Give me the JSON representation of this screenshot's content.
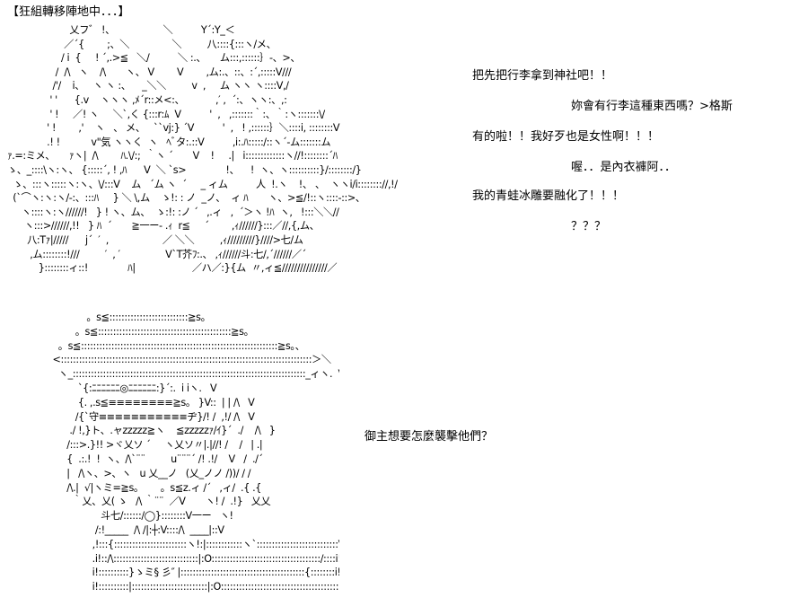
{
  "title": "【狂組轉移陣地中．．．】",
  "art_top": "                      乂フ゛ !、                 ＼          Y´:Y_＜\n                    ／´{        ;、＼               ＼         八::::{:::ヽ/メ、\n                   / i  {     ! ´,.>≦   ＼/          ＼ :.、     ム:::,::::::｝-、>、\n                 /  /\\   ヽ    /\\       ヽ、 V        V        ,ム:.、::、:´,:::::V///\n                /'/    i、   ヽ ヽ :、    _＼＼         v  ,     ム ヽヽ ヽ::::V,/\n               ' '      {.v    ヽヽヽ ,ﾒ´r::メ<:、           ,′ ,  ´:、ヽヽ:、,:\n               ' !     ／! ヽ     ＼`,く {:::r:ﾑ  V          '  ,   ,:::::::｀:、｀:ヽ:::::::\\/\n              ' !        ,'    ヽ   、 メ、   ``vj:} ´V          '  ,   ! ,::::::｝＼::::i, ::::::::V\n              .! !           v\"気 ヽヽく  ヽ   ﾍﾞタ:.::V          ,i:.ﾊ:::::/::ヽ´-ム:::::::ム\nｧ.=:ミメ、     ｧヽ|  /\\        ﾊ.\\/:;  ｀ヽ ´       V    !     .|   i:::::::::::::ヽ//!::::::::´ﾊ\nゝ、_::::\\ヽ:ヽ、 {:::::´, ! ,ﾊ      V  ＼ `s>              !、    !  ヽ、ヽ::::::::::}/::::::::/}\n  ゝ、:::ヽ:::::ヽ:ヽ、\\/:::V    ム   ´ム ヽ  ´     _ ィム          人  !.ヽ    !、 、  ヽヽi/i:::::::://,!/\n  (`⌒ヽ:ヽ:ヽ/-:、:::ﾊ     } ＼ \\,ム    ゝ!: : ノ  _ノ、  ィ ﾊ       ヽ、>≦/!::ヽ::::-::>、\n     ヽ::::ヽ:ヽ//////!   } ! ヽ、ム、  ゝ:!: :ノ ´   ,.ィ   ,  ´＞ヽ !ﾊ  ヽ,   !:::＼＼//\n      ヽ:::>//////,!!   } ﾊ  ´       ≧一ー- .ｨ  r≦     ´        ,ｨ//////}:::／//,{,ム、\n       八:Tｧ|/////      j´  ′  ,                   ／ ＼＼         ,ｨ/////////}////>七/ム\n        ,ム::::::::!///         ′  , ′                V`T芥ﾌ:.、 ,ｨ//////斗:七/,´//////／´\n           }::::::::ィ::!              ﾊ|                    ／ハ／:}{ム  〃,ィ≦///////////////／",
  "art_bottom": "                            。s≦::::::::::::::::::::::::::≧s。\n                        。s≦::::::::::::::::::::::::::::::::::::::::::::≧s。\n                  。s≦:::::::::::::::::::::::::::::::::::::::::::::::::::::::::::::::::≧s。、\n                <:::::::::::::::::::::::::::::::::::::::::::::::::::::::::::::::::::::::::::::::::::＞＼\n                  ヽ_:::::::::::::::::::::::::::::::::::::::::::::::::::::::::::::::::::::::::::::_ィヽ.  V\n                         `{:ﾆﾆﾆﾆﾆﾆ◎ﾆﾆﾆﾆﾆﾆ:}´:.  i iヽ.   V\n                         {. ,.s≦≡≡≡≡≡≡≡≡≧s。 }V::  | | /\\   V\n                        /{`守≡≡≡≡≡≡≡≡≡≡≡ヂ}/! /  ,!/ /\\   V\n                      ./ !,}ト、.ャzzzzz≧ヽ    ≦zzzzzｧ/ｲ}´  ./    /\\   }\n                     /:::>.}!! >ヾ乂ソ ´     ヽ乂ソ〃|.|//! /    /   | .|\n                     {  .:.!  !  ヽ、/\\`¨¨         u¨¨¨´ /! .!/    V   /  ./´\n                     |   /\\ヽ、>、ヽ   u 乂__ノ   (乂_ノノ /))/ / /\n                     /\\.|  √|ヽミ=≧s。      。s≦z.ィ /´   ,ィ/  .{ .{\n                       ｀乂、乂( ゝ   /\\ ｀¨¨  ／V       ヽ! /  .!}   乂乂\n                                 斗七/::::::/◯}::::::::V一ー   ヽ!\n                               /:!_____  /\\ /|:┼:V::::/\\  ____|::V\n                              ,!:::{::::::::::::::::::::::::ヽ!:|::::::::::::ヽ`:::::::::::::::::::::::::::V\n                              .i!::/\\::::::::::::::::::::::::::::|:O::::::::::::::::::::::::::::::::::::/::::i!\n                              i!::::::::::}ゝミ§ 彡″ |:::::::::::::::::::::::::::::::::::::::::{::::::::i!\n                              i!::::::::::|:::::::::::::::::::::::::|:O:::::::::::::::::::::::::::::::::::::::|:::::::::i!",
  "dialogue": [
    "把先把行李拿到神社吧！！",
    "妳會有行李這種東西嗎？>格斯",
    "有的啦！！我好歹也是女性啊！！！",
    "喔．．是內衣褲阿．．",
    "我的青蛙冰雕要融化了！！！",
    "？？？",
    "御主想要怎麼襲擊他們？"
  ]
}
